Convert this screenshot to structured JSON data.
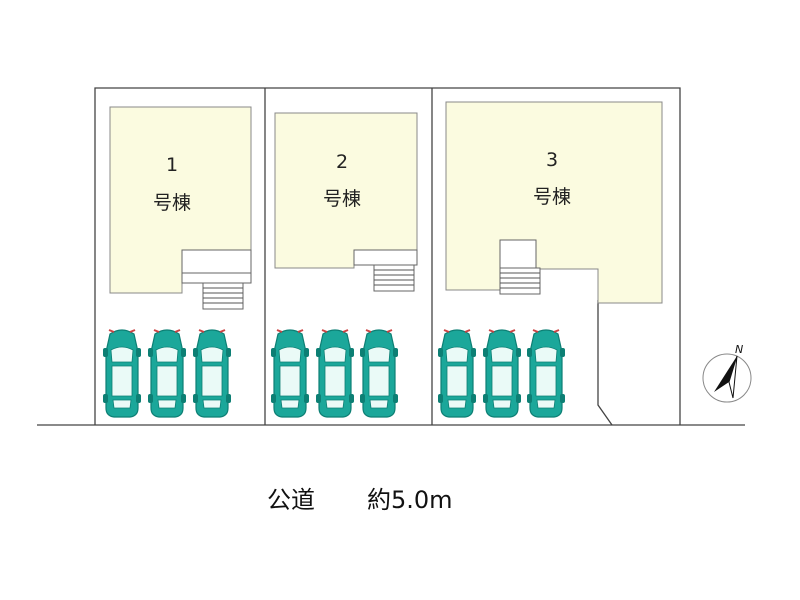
{
  "lots": [
    {
      "number": "1",
      "label": "号棟"
    },
    {
      "number": "2",
      "label": "号棟"
    },
    {
      "number": "3",
      "label": "号棟"
    }
  ],
  "road": {
    "label": "公道",
    "width": "約5.0m"
  },
  "compass": {
    "north": "N"
  },
  "colors": {
    "car": "#1ba79a",
    "car_dark": "#0d7f74",
    "car_window": "#eafaf7",
    "house": "#fbfbe0"
  },
  "icons": {
    "car": "car-icon",
    "stairs": "stairs-icon",
    "compass": "north-arrow-icon"
  }
}
